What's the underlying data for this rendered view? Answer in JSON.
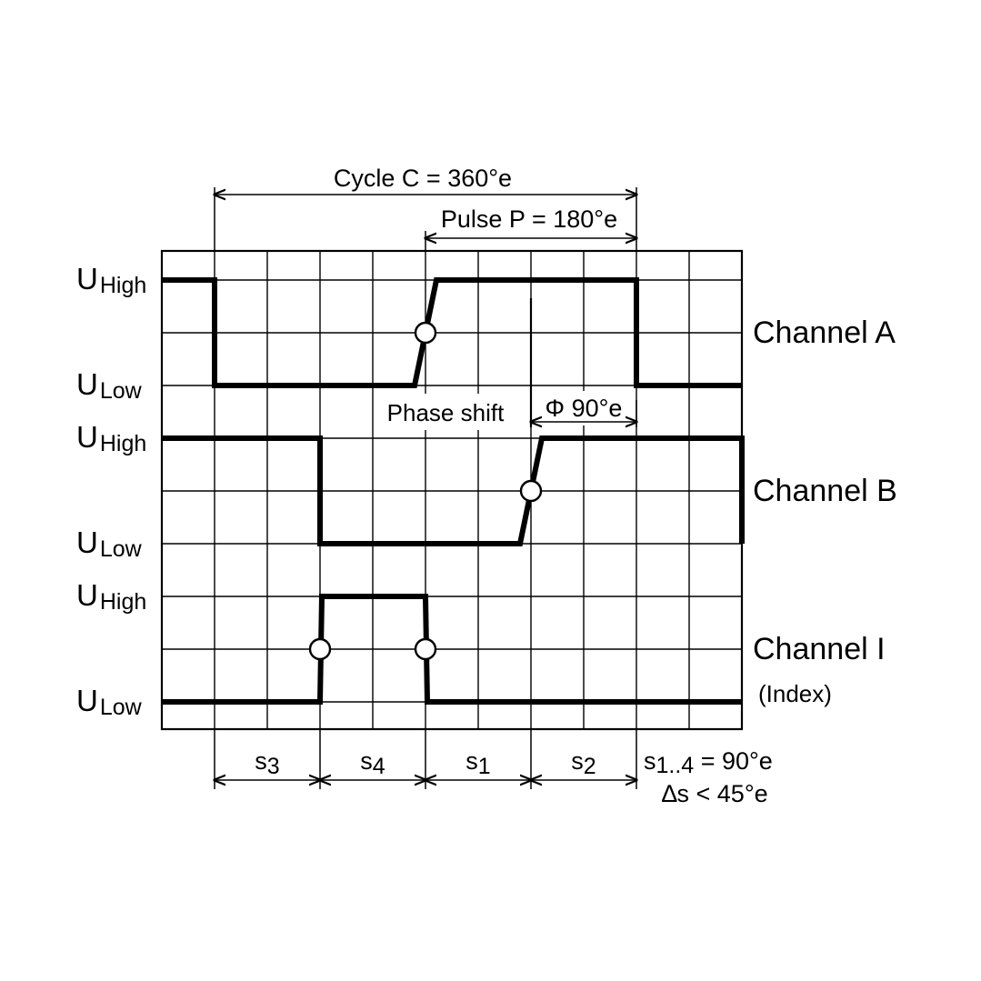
{
  "colors": {
    "ink": "#000000",
    "background": "#ffffff"
  },
  "dimensions": {
    "cycle": "Cycle C = 360°e",
    "pulse": "Pulse P = 180°e",
    "phase_shift_label": "Phase shift",
    "phase_shift_value": "Φ 90°e"
  },
  "levels": {
    "u": "U",
    "high": "High",
    "low": "Low"
  },
  "channels": [
    {
      "name": "Channel A",
      "note": ""
    },
    {
      "name": "Channel B",
      "note": ""
    },
    {
      "name": "Channel I",
      "note": "(Index)"
    }
  ],
  "segments": [
    {
      "base": "s",
      "sub": "3"
    },
    {
      "base": "s",
      "sub": "4"
    },
    {
      "base": "s",
      "sub": "1"
    },
    {
      "base": "s",
      "sub": "2"
    }
  ],
  "segment_note": {
    "line1_base": "s",
    "line1_sub": "1..4",
    "line1_rest": " = 90°e",
    "line2": "∆s < 45°e"
  }
}
